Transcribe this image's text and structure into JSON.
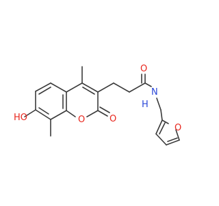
{
  "molecule": {
    "atom_labels": {
      "hydroxyl": "HO",
      "ring_oxygen": "O",
      "lactone_carbonyl_oxygen": "O",
      "amide_carbonyl_oxygen": "O",
      "amide_nitrogen": "N",
      "amide_hydrogen": "H",
      "furan_oxygen": "O"
    },
    "colors": {
      "bond": "#3a3a3a",
      "oxygen": "#e8251c",
      "nitrogen": "#2a47d8"
    }
  }
}
